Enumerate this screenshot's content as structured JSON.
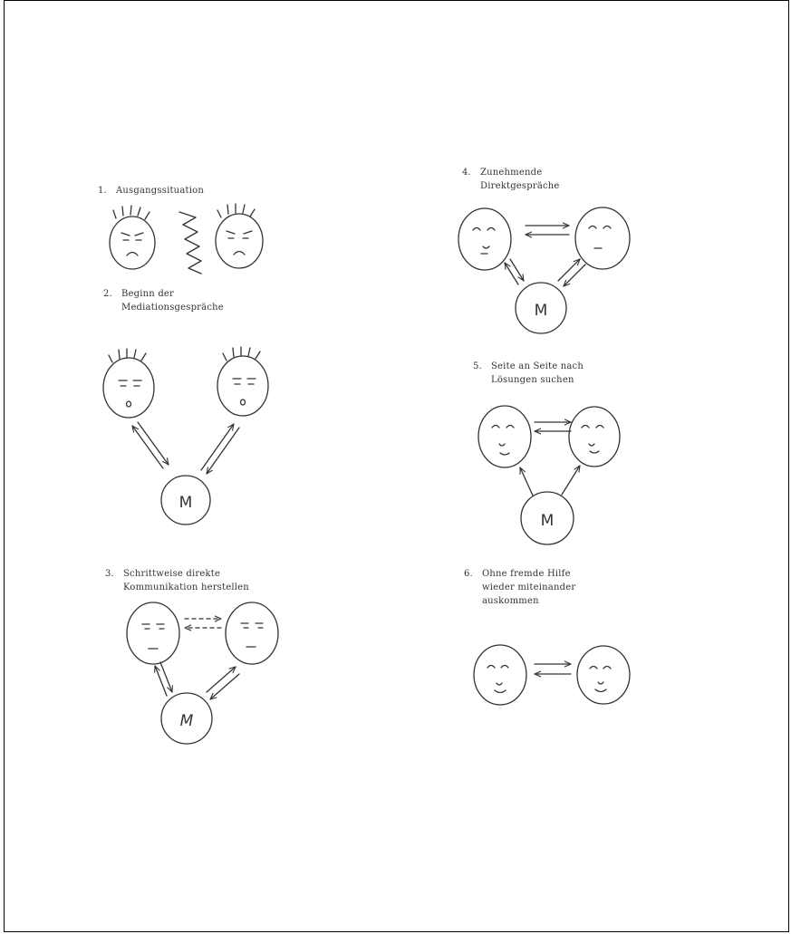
{
  "stages": [
    {
      "number": "1.",
      "lines": [
        "Ausgangssituation"
      ]
    },
    {
      "number": "2.",
      "lines": [
        "Beginn der",
        "Mediationsgespräche"
      ]
    },
    {
      "number": "3.",
      "lines": [
        "Schrittweise direkte",
        "Kommunikation herstellen"
      ]
    },
    {
      "number": "4.",
      "lines": [
        "Zunehmende",
        "Direktgespräche"
      ]
    },
    {
      "number": "5.",
      "lines": [
        "Seite an Seite nach",
        "Lösungen suchen"
      ]
    },
    {
      "number": "6.",
      "lines": [
        "Ohne fremde Hilfe",
        "wieder miteinander",
        "auskommen"
      ]
    }
  ],
  "mediator_label": "M",
  "colors": {
    "stroke": "#333333",
    "frame": "#000000",
    "background": "#ffffff"
  }
}
